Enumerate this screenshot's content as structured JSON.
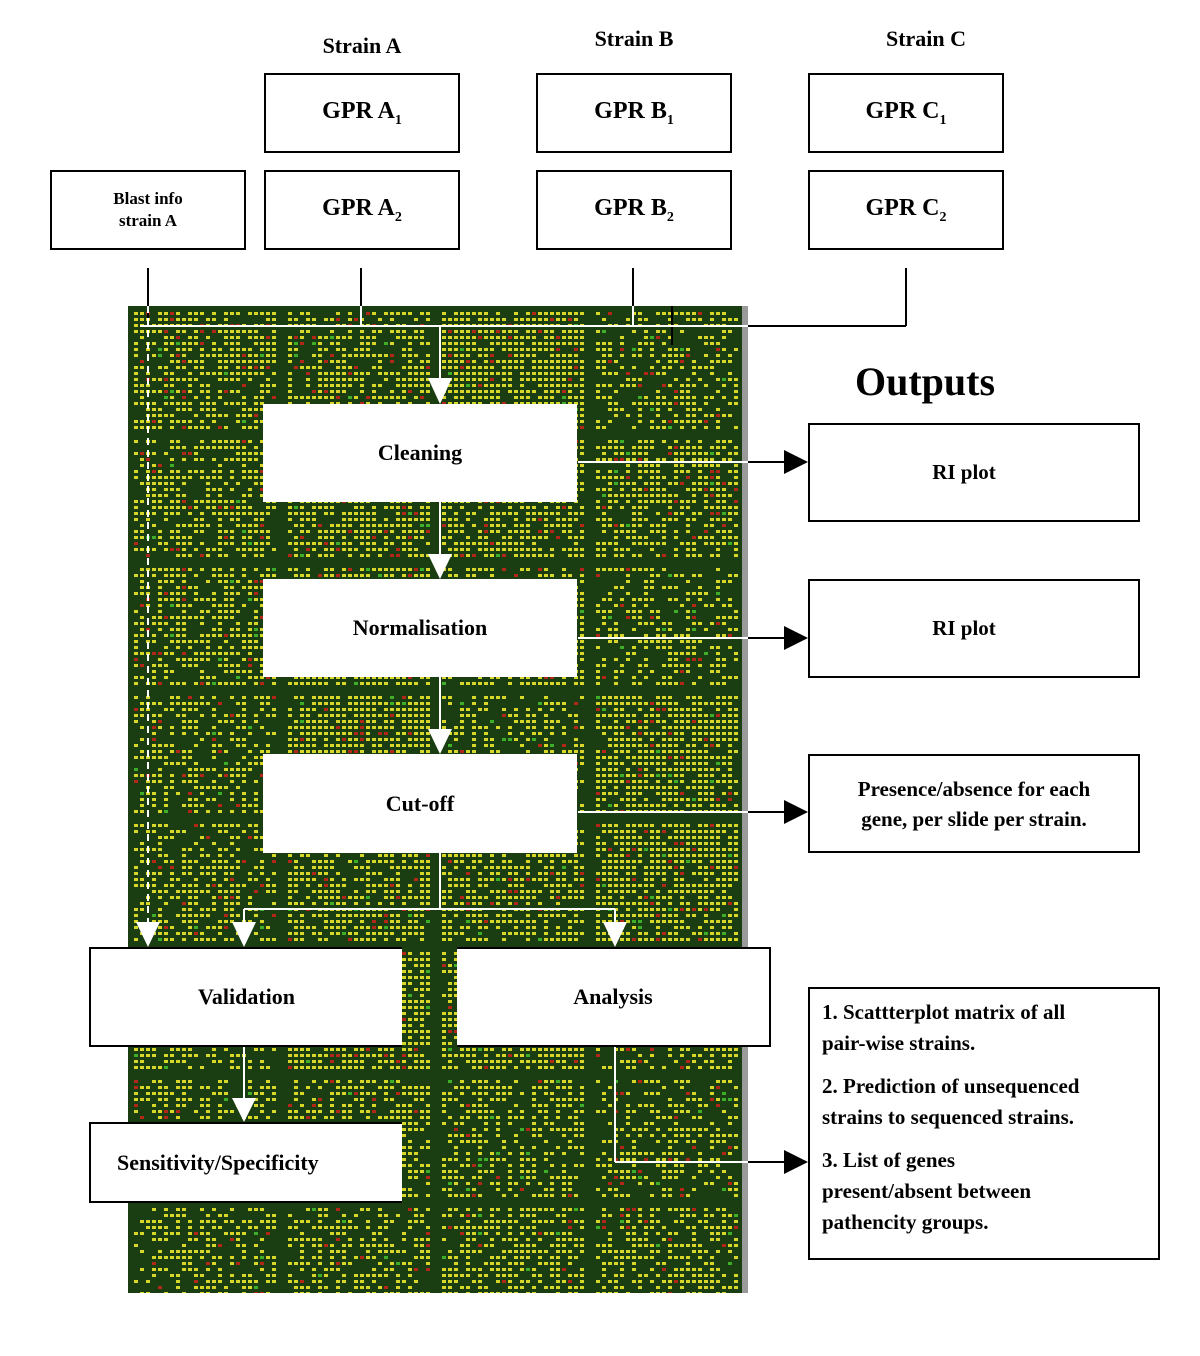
{
  "strains": [
    {
      "header": "Strain A",
      "gpr": [
        {
          "base": "GPR A",
          "sub": "1"
        },
        {
          "base": "GPR A",
          "sub": "2"
        }
      ]
    },
    {
      "header": "Strain B",
      "gpr": [
        {
          "base": "GPR B",
          "sub": "1"
        },
        {
          "base": "GPR B",
          "sub": "2"
        }
      ]
    },
    {
      "header": "Strain C",
      "gpr": [
        {
          "base": "GPR C",
          "sub": "1"
        },
        {
          "base": "GPR C",
          "sub": "2"
        }
      ]
    }
  ],
  "blast": {
    "line1": "Blast info",
    "line2": "strain A"
  },
  "steps": {
    "cleaning": "Cleaning",
    "normalisation": "Normalisation",
    "cutoff": "Cut-off",
    "validation": "Validation",
    "analysis": "Analysis",
    "sensitivity": "Sensitivity/Specificity"
  },
  "outputs": {
    "title": "Outputs",
    "ri_plot_1": "RI plot",
    "ri_plot_2": "RI plot",
    "presence_line1": "Presence/absence for each",
    "presence_line2": "gene, per slide per strain.",
    "list": [
      {
        "line1": "1.  Scattterplot matrix of all",
        "line2": "pair-wise strains."
      },
      {
        "line1": "2.  Prediction of unsequenced",
        "line2": "strains to sequenced strains."
      },
      {
        "line1": "3.  List of genes",
        "line2": "present/absent between",
        "line3": "pathencity groups."
      }
    ]
  },
  "colors": {
    "microarray_bg": "#1b3d12",
    "spot_yellow": "#d9d62a",
    "spot_red": "#b3261a",
    "spot_green": "#3fae2a",
    "flow_line": "#ffffff",
    "arrow_black": "#000000"
  }
}
